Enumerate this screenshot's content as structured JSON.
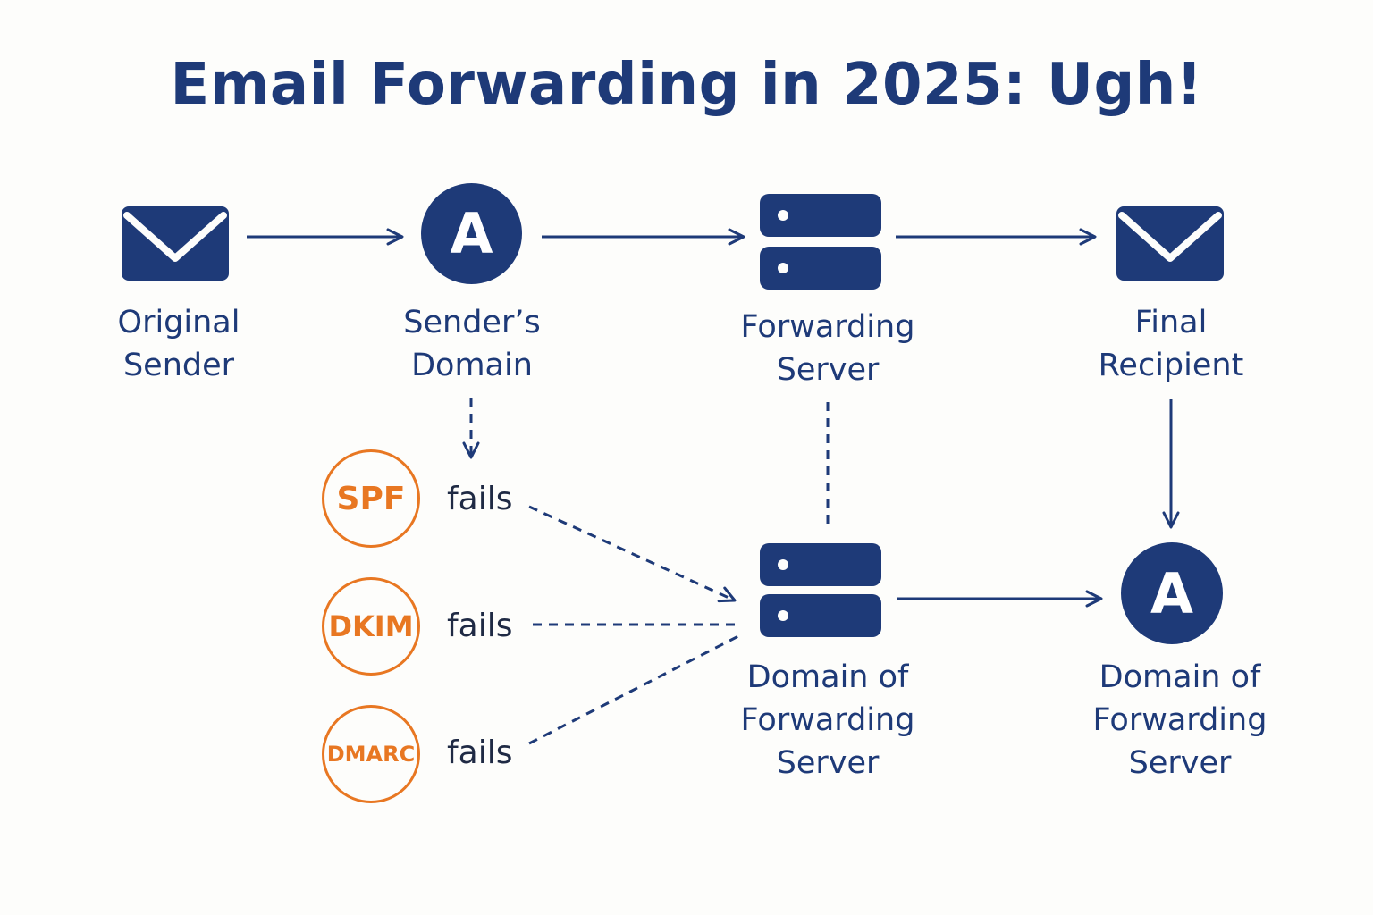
{
  "title": "Email Forwarding in 2025: Ugh!",
  "colors": {
    "primary": "#1e3a78",
    "warning": "#e87722",
    "background": "#fdfdfb"
  },
  "nodes": {
    "original_sender": {
      "icon": "envelope-icon",
      "line1": "Original",
      "line2": "Sender"
    },
    "senders_domain": {
      "icon": "domain-a-icon",
      "glyph": "A",
      "line1": "Sender’s",
      "line2": "Domain"
    },
    "forwarding_server": {
      "icon": "server-icon",
      "line1": "Forwarding",
      "line2": "Server"
    },
    "final_recipient": {
      "icon": "envelope-icon",
      "line1": "Final",
      "line2": "Recipient"
    },
    "domain_forwarding_server": {
      "icon": "server-icon",
      "line1": "Domain of",
      "line2": "Forwarding",
      "line3": "Server"
    },
    "domain_forwarding_server_2": {
      "icon": "domain-a-icon",
      "glyph": "A",
      "line1": "Domain of",
      "line2": "Forwarding",
      "line3": "Server"
    }
  },
  "checks": [
    {
      "name": "SPF",
      "status": "fails"
    },
    {
      "name": "DKIM",
      "status": "fails"
    },
    {
      "name": "DMARC",
      "status": "fails"
    }
  ]
}
